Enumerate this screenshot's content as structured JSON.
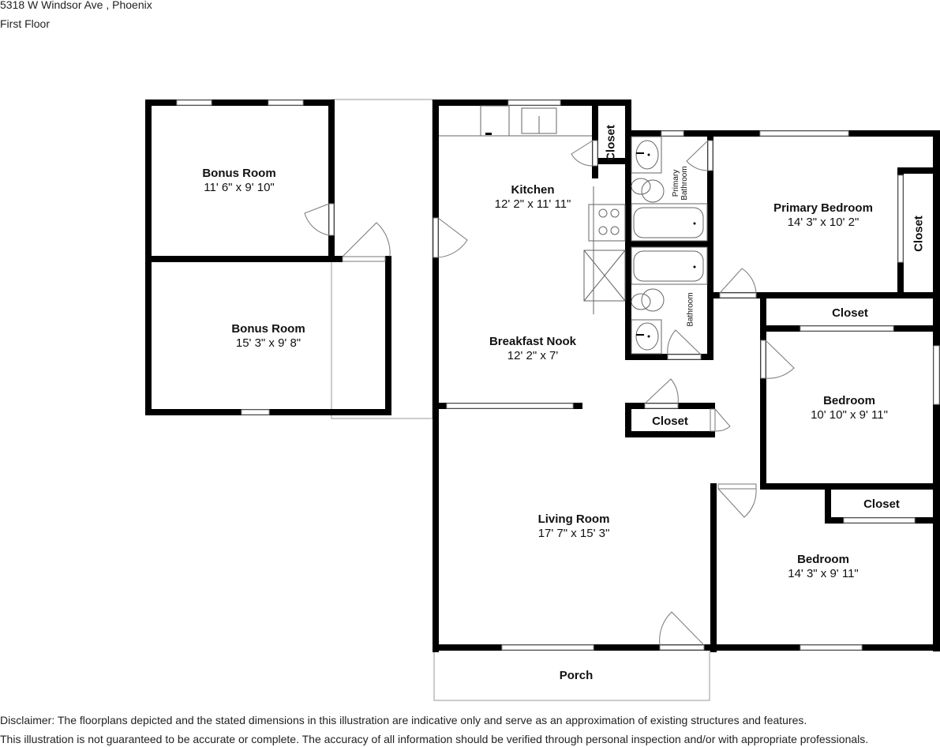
{
  "header": {
    "address": "5318 W Windsor Ave , Phoenix",
    "floor": "First Floor"
  },
  "rooms": {
    "bonus_room_1": {
      "name": "Bonus Room",
      "dimensions": "11' 6\" x 9' 10\""
    },
    "bonus_room_2": {
      "name": "Bonus Room",
      "dimensions": "15' 3\" x 9' 8\""
    },
    "kitchen": {
      "name": "Kitchen",
      "dimensions": "12' 2\" x 11' 11\""
    },
    "breakfast_nook": {
      "name": "Breakfast Nook",
      "dimensions": "12' 2\" x 7'"
    },
    "primary_bedroom": {
      "name": "Primary Bedroom",
      "dimensions": "14' 3\" x 10' 2\""
    },
    "bedroom_1": {
      "name": "Bedroom",
      "dimensions": "10' 10\" x 9' 11\""
    },
    "bedroom_2": {
      "name": "Bedroom",
      "dimensions": "14' 3\" x 9' 11\""
    },
    "living_room": {
      "name": "Living Room",
      "dimensions": "17' 7\" x 15' 3\""
    },
    "porch": {
      "name": "Porch"
    },
    "primary_bathroom": {
      "line1": "Primary",
      "line2": "Bathroom"
    },
    "bathroom": {
      "name": "Bathroom"
    },
    "closet_kitchen": {
      "name": "Closet"
    },
    "closet_primary": {
      "name": "Closet"
    },
    "closet_hall_upper": {
      "name": "Closet"
    },
    "closet_hall": {
      "name": "Closet"
    },
    "closet_bedroom2": {
      "name": "Closet"
    }
  },
  "disclaimer": {
    "line1": "Disclaimer: The floorplans depicted and the stated dimensions in this illustration are indicative only and serve as an approximation of existing structures and features.",
    "line2": "This illustration is not guaranteed to be accurate or complete. The accuracy of all information should be verified through personal inspection and/or with appropriate professionals."
  },
  "colors": {
    "wall": "#000000",
    "background": "#ffffff",
    "fixture_line": "#888888"
  }
}
